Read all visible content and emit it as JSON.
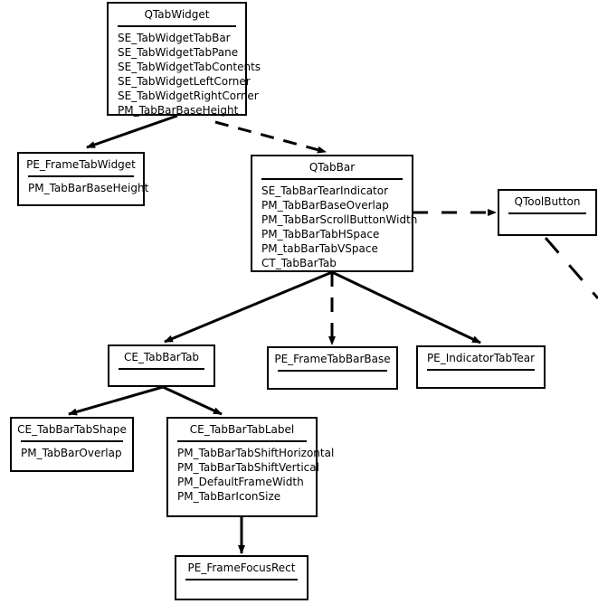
{
  "diagram": {
    "title": "QTabWidget style element hierarchy",
    "type": "uml-class-diagram",
    "background_color": "#ffffff",
    "line_color": "#000000",
    "text_color": "#000000"
  },
  "nodes": [
    {
      "id": "qtabwidget",
      "title": "QTabWidget",
      "attrs": [
        "SE_TabWidgetTabBar",
        "SE_TabWidgetTabPane",
        "SE_TabWidgetTabContents",
        "SE_TabWidgetLeftCorner",
        "SE_TabWidgetRightCorner",
        "PM_TabBarBaseHeight"
      ]
    },
    {
      "id": "pe_frametabwidget",
      "title": "PE_FrameTabWidget",
      "attrs": [
        "PM_TabBarBaseHeight"
      ]
    },
    {
      "id": "qtabbar",
      "title": "QTabBar",
      "attrs": [
        "SE_TabBarTearIndicator",
        "PM_TabBarBaseOverlap",
        "PM_TabBarScrollButtonWidth",
        "PM_TabBarTabHSpace",
        "PM_tabBarTabVSpace",
        "CT_TabBarTab"
      ]
    },
    {
      "id": "qtoolbutton",
      "title": "QToolButton",
      "attrs": []
    },
    {
      "id": "ce_tabbartab",
      "title": "CE_TabBarTab",
      "attrs": []
    },
    {
      "id": "pe_frametabbarbase",
      "title": "PE_FrameTabBarBase",
      "attrs": []
    },
    {
      "id": "pe_indicatortabtear",
      "title": "PE_IndicatorTabTear",
      "attrs": []
    },
    {
      "id": "ce_tabbartabshape",
      "title": "CE_TabBarTabShape",
      "attrs": [
        "PM_TabBarOverlap"
      ]
    },
    {
      "id": "ce_tabbartablabel",
      "title": "CE_TabBarTabLabel",
      "attrs": [
        "PM_TabBarTabShiftHorizontal",
        "PM_TabBarTabShiftVertical",
        "PM_DefaultFrameWidth",
        "PM_TabBarIconSize"
      ]
    },
    {
      "id": "pe_framefocusrect",
      "title": "PE_FrameFocusRect",
      "attrs": []
    }
  ],
  "edges": [
    {
      "from": "qtabwidget",
      "to": "pe_frametabwidget",
      "style": "solid"
    },
    {
      "from": "qtabwidget",
      "to": "qtabbar",
      "style": "dashed"
    },
    {
      "from": "qtabbar",
      "to": "qtoolbutton",
      "style": "dashed"
    },
    {
      "from": "qtoolbutton",
      "to": "offscreen",
      "style": "dashed"
    },
    {
      "from": "qtabbar",
      "to": "ce_tabbartab",
      "style": "solid"
    },
    {
      "from": "qtabbar",
      "to": "pe_frametabbarbase",
      "style": "dashed"
    },
    {
      "from": "qtabbar",
      "to": "pe_indicatortabtear",
      "style": "solid"
    },
    {
      "from": "ce_tabbartab",
      "to": "ce_tabbartabshape",
      "style": "solid"
    },
    {
      "from": "ce_tabbartab",
      "to": "ce_tabbartablabel",
      "style": "solid"
    },
    {
      "from": "ce_tabbartablabel",
      "to": "pe_framefocusrect",
      "style": "solid"
    }
  ]
}
